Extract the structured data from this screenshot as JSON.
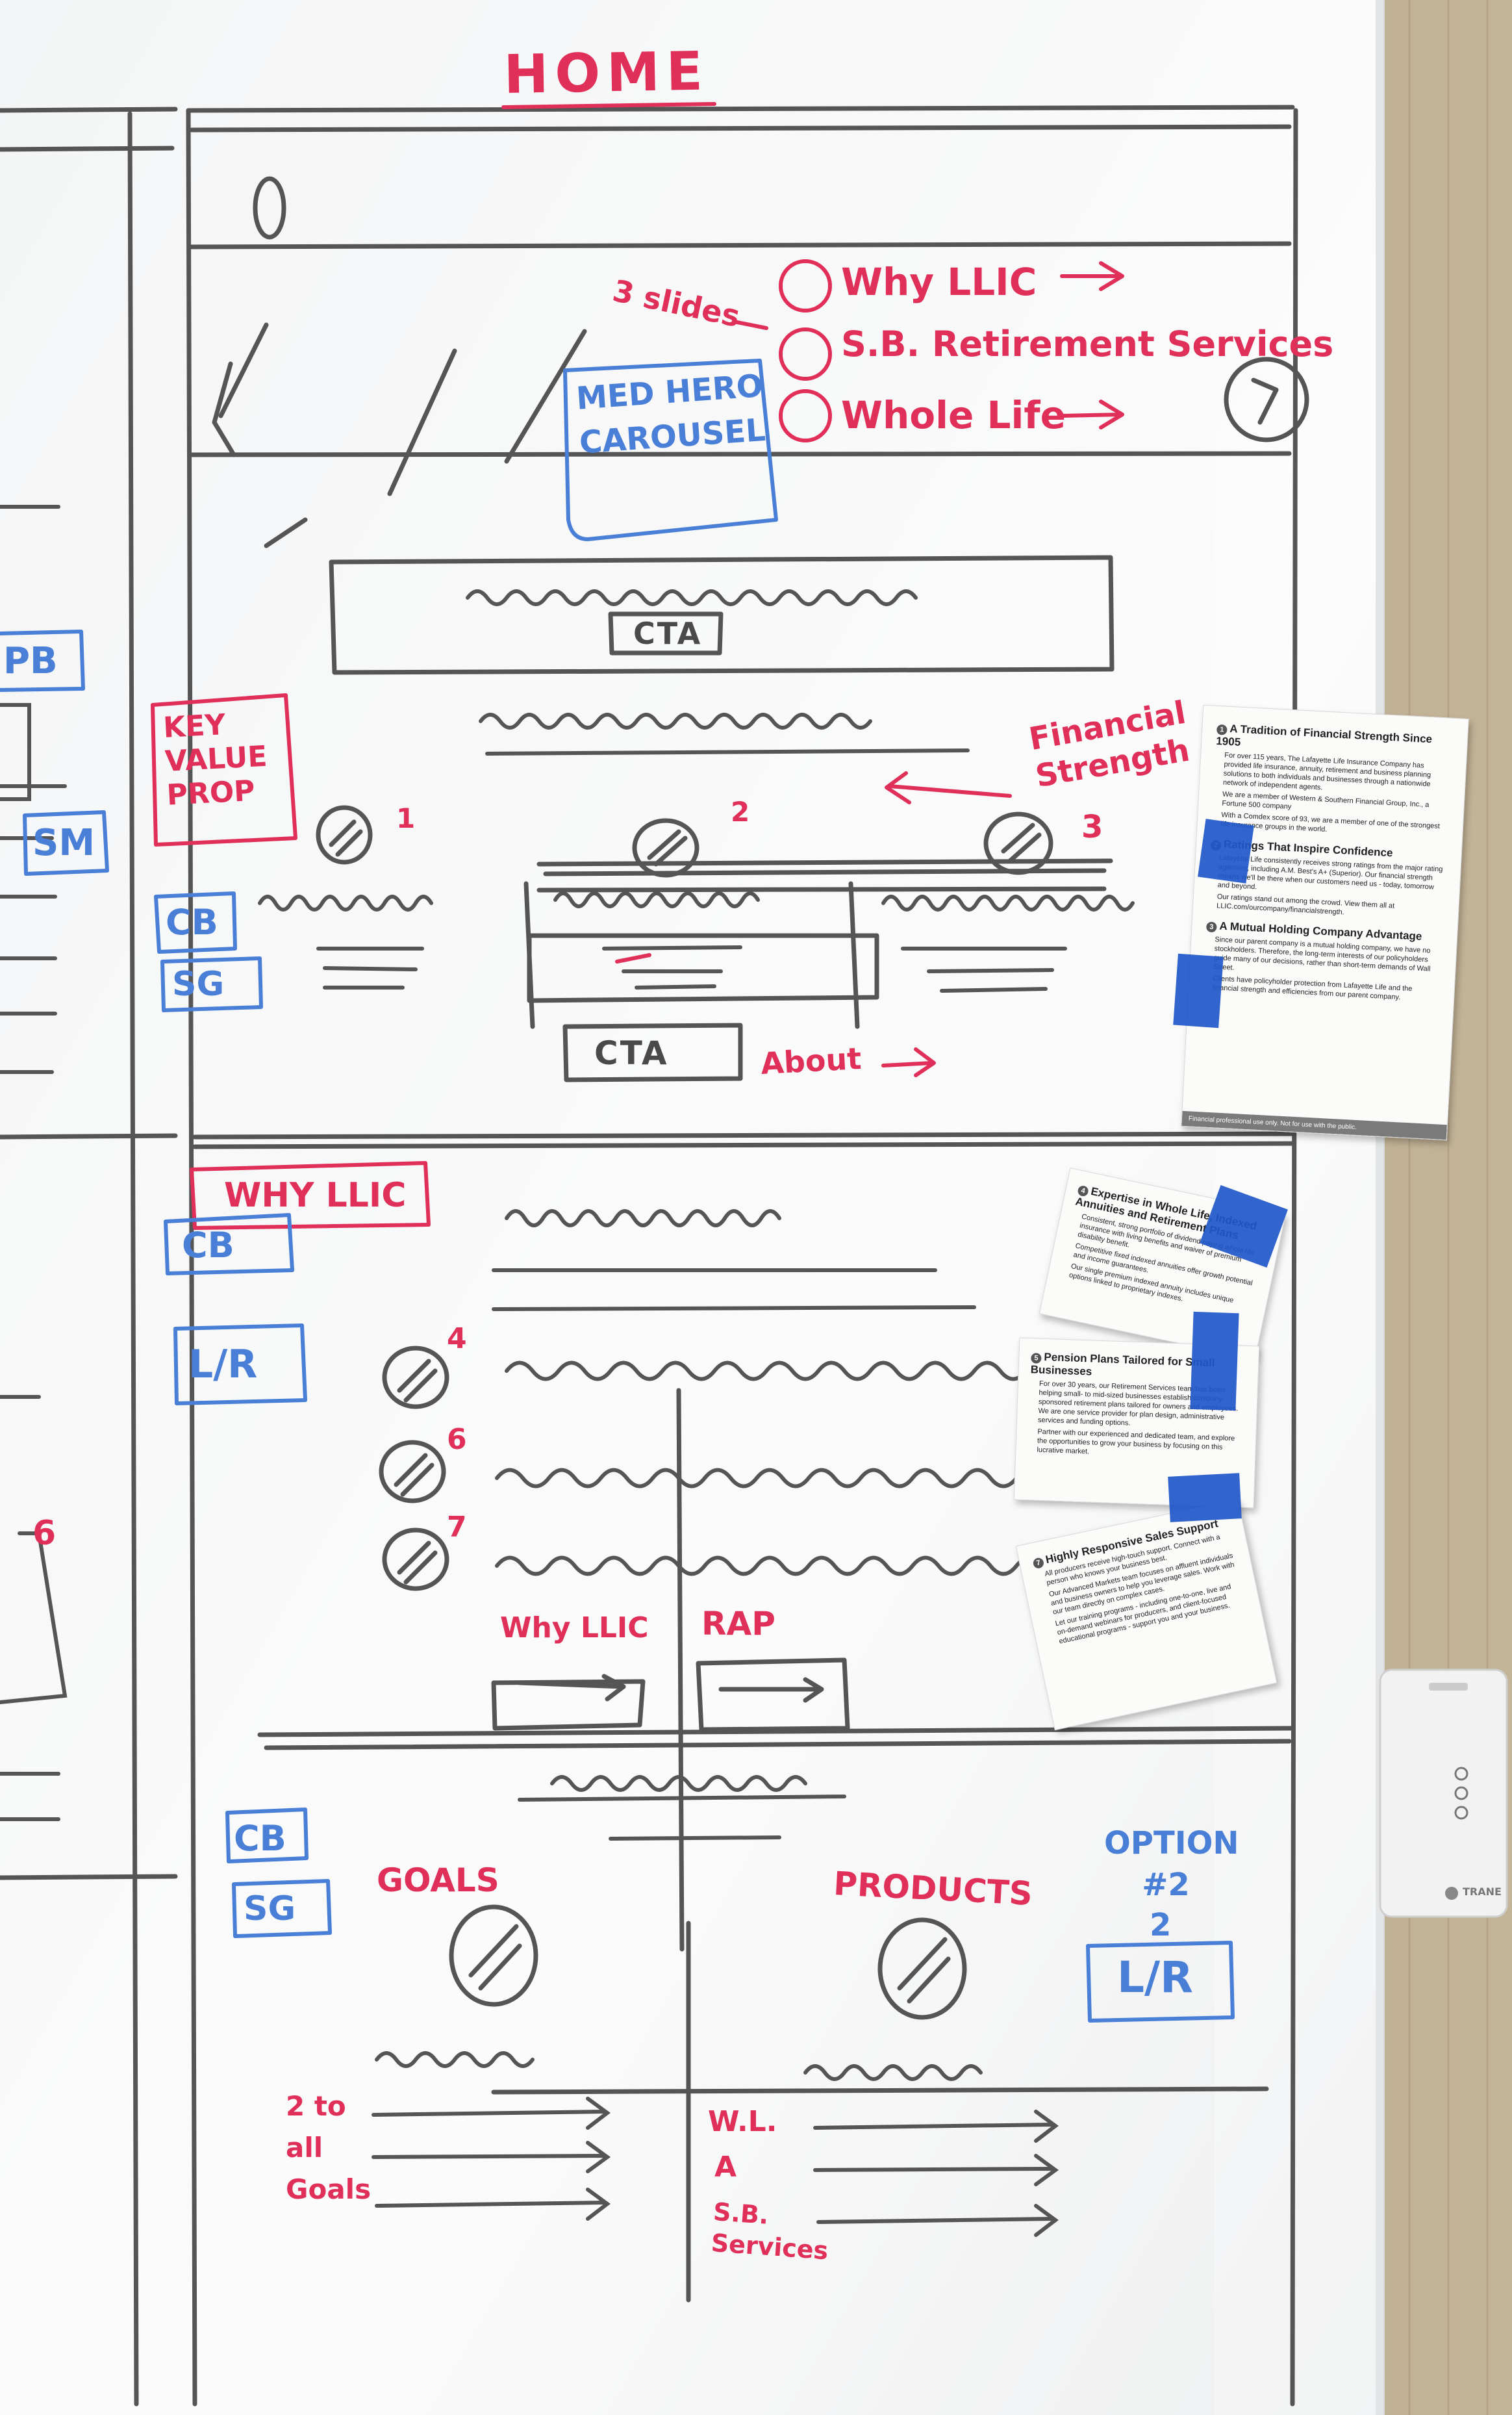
{
  "page_title": "HOME",
  "hero": {
    "slides_label": "3 slides",
    "slides": [
      "Why LLIC",
      "S.B. Retirement Services",
      "Whole Life"
    ],
    "box_label": "MED HERO CAROUSEL",
    "cta": "CTA"
  },
  "key_value_prop": {
    "label": "KEY VALUE PROP",
    "arrow_note": "Financial Strength",
    "numbers": [
      "1",
      "2",
      "3"
    ],
    "cta": "CTA",
    "cta_note": "About"
  },
  "left_tags": [
    "PB",
    "SM",
    "CB",
    "SG",
    "CB",
    "L/R",
    "CB",
    "SG"
  ],
  "left_number": "6",
  "why_llic": {
    "label": "WHY LLIC",
    "numbers": [
      "4",
      "6",
      "7"
    ],
    "button_labels": [
      "Why LLIC",
      "RAP"
    ]
  },
  "bottom": {
    "goals_label": "GOALS",
    "products_label": "PRODUCTS",
    "goals_note": "2 to all Goals",
    "product_items": [
      "W.L.",
      "A",
      "S.B. Services"
    ],
    "option_note": "OPTION #2",
    "option_tag_prefix": "2",
    "option_tag": "L/R"
  },
  "printed_cards": {
    "card1": {
      "sections": [
        {
          "num": "1",
          "title": "A Tradition of Financial Strength Since 1905",
          "bullets": [
            "For over 115 years, The Lafayette Life Insurance Company has provided life insurance, annuity, retirement and business planning solutions to both individuals and businesses through a nationwide network of independent agents.",
            "We are a member of Western & Southern Financial Group, Inc., a Fortune 500 company",
            "With a Comdex score of 93, we are a member of one of the strongest life insurance groups in the world."
          ]
        },
        {
          "num": "2",
          "title": "Ratings That Inspire Confidence",
          "bullets": [
            "Lafayette Life consistently receives strong ratings from the major rating agencies, including A.M. Best's A+ (Superior). Our financial strength means we'll be there when our customers need us - today, tomorrow and beyond.",
            "Our ratings stand out among the crowd. View them all at LLIC.com/ourcompany/financialstrength."
          ]
        },
        {
          "num": "3",
          "title": "A Mutual Holding Company Advantage",
          "bullets": [
            "Since our parent company is a mutual holding company, we have no stockholders. Therefore, the long-term interests of our policyholders guide many of our decisions, rather than short-term demands of Wall Street.",
            "Clients have policyholder protection from Lafayette Life and the financial strength and efficiencies from our parent company."
          ]
        }
      ],
      "footer": "Financial professional use only. Not for use with the public."
    },
    "card2": {
      "num": "4",
      "title": "Expertise in Whole Life, Indexed Annuities and Retirement Plans",
      "bullets": [
        "Consistent, strong portfolio of dividend paying whole life insurance with living benefits and waiver of premium disability benefit.",
        "Competitive fixed indexed annuities offer growth potential and income guarantees.",
        "Our single premium indexed annuity includes unique options linked to proprietary indexes."
      ]
    },
    "card3": {
      "num": "5",
      "title": "Pension Plans Tailored for Small Businesses",
      "bullets": [
        "For over 30 years, our Retirement Services team has been helping small- to mid-sized businesses establish company-sponsored retirement plans tailored for owners and employees. We are one service provider for plan design, administrative services and funding options.",
        "Partner with our experienced and dedicated team, and explore the opportunities to grow your business by focusing on this lucrative market."
      ]
    },
    "card4": {
      "num": "7",
      "title": "Highly Responsive Sales Support",
      "bullets": [
        "All producers receive high-touch support. Connect with a person who knows your business best.",
        "Our Advanced Markets team focuses on affluent individuals and business owners to help you leverage sales. Work with our team directly on complex cases.",
        "Let our training programs - including one-to-one, live and on-demand webinars for producers, and client-focused educational programs - support you and your business."
      ]
    }
  },
  "thermostat_brand": "TRANE"
}
